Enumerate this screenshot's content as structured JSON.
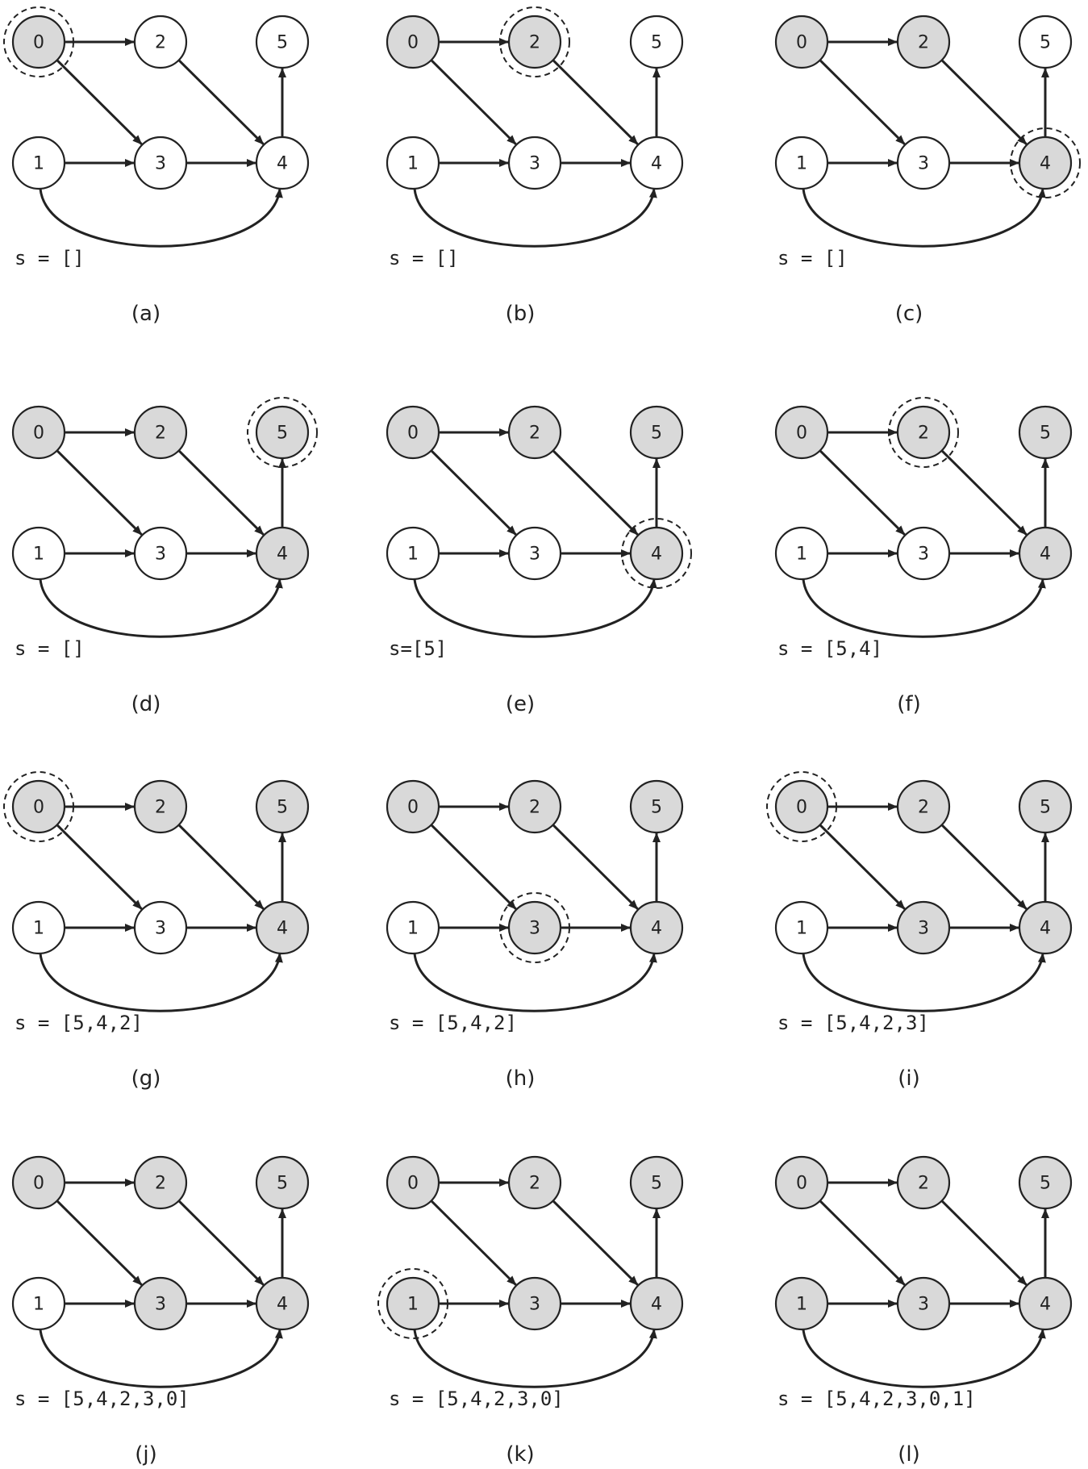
{
  "colors": {
    "visited": "#d9d9d9",
    "unvisited": "#ffffff",
    "stroke": "#222222"
  },
  "graph": {
    "nodes": [
      "0",
      "1",
      "2",
      "3",
      "4",
      "5"
    ],
    "edges": [
      [
        "0",
        "2"
      ],
      [
        "0",
        "3"
      ],
      [
        "2",
        "4"
      ],
      [
        "1",
        "3"
      ],
      [
        "3",
        "4"
      ],
      [
        "1",
        "4"
      ],
      [
        "4",
        "5"
      ]
    ]
  },
  "panels": [
    {
      "caption": "(a)",
      "stack": "s = []",
      "visited": [
        "0"
      ],
      "current": "0"
    },
    {
      "caption": "(b)",
      "stack": "s = []",
      "visited": [
        "0",
        "2"
      ],
      "current": "2"
    },
    {
      "caption": "(c)",
      "stack": "s = []",
      "visited": [
        "0",
        "2",
        "4"
      ],
      "current": "4"
    },
    {
      "caption": "(d)",
      "stack": "s = []",
      "visited": [
        "0",
        "2",
        "4",
        "5"
      ],
      "current": "5"
    },
    {
      "caption": "(e)",
      "stack": "s=[5]",
      "visited": [
        "0",
        "2",
        "4",
        "5"
      ],
      "current": "4"
    },
    {
      "caption": "(f)",
      "stack": "s = [5,4]",
      "visited": [
        "0",
        "2",
        "4",
        "5"
      ],
      "current": "2"
    },
    {
      "caption": "(g)",
      "stack": "s = [5,4,2]",
      "visited": [
        "0",
        "2",
        "4",
        "5"
      ],
      "current": "0"
    },
    {
      "caption": "(h)",
      "stack": "s = [5,4,2]",
      "visited": [
        "0",
        "2",
        "3",
        "4",
        "5"
      ],
      "current": "3"
    },
    {
      "caption": "(i)",
      "stack": "s = [5,4,2,3]",
      "visited": [
        "0",
        "2",
        "3",
        "4",
        "5"
      ],
      "current": "0"
    },
    {
      "caption": "(j)",
      "stack": "s = [5,4,2,3,0]",
      "visited": [
        "0",
        "2",
        "3",
        "4",
        "5"
      ],
      "current": null
    },
    {
      "caption": "(k)",
      "stack": "s = [5,4,2,3,0]",
      "visited": [
        "0",
        "1",
        "2",
        "3",
        "4",
        "5"
      ],
      "current": "1"
    },
    {
      "caption": "(l)",
      "stack": "s = [5,4,2,3,0,1]",
      "visited": [
        "0",
        "1",
        "2",
        "3",
        "4",
        "5"
      ],
      "current": null
    }
  ]
}
